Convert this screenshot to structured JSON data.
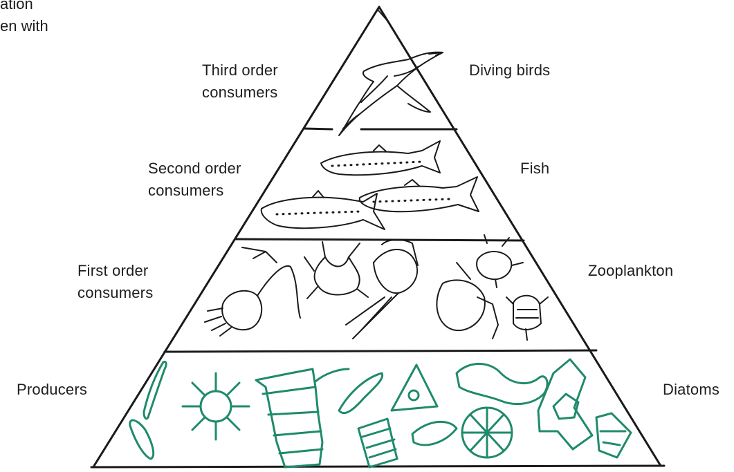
{
  "intro_fragment": [
    "ation",
    "en with"
  ],
  "levels": [
    {
      "level": "Third order consumers",
      "left": [
        "Third order",
        "consumers"
      ],
      "right": "Diving birds"
    },
    {
      "level": "Second order consumers",
      "left": [
        "Second order",
        "consumers"
      ],
      "right": "Fish"
    },
    {
      "level": "First order consumers",
      "left": [
        "First order",
        "consumers"
      ],
      "right": "Zooplankton"
    },
    {
      "level": "Producers",
      "left": [
        "Producers"
      ],
      "right": "Diatoms"
    }
  ],
  "colors": {
    "ink": "#1a1a1a",
    "producers": "#1f8a6c",
    "background": "#ffffff"
  }
}
